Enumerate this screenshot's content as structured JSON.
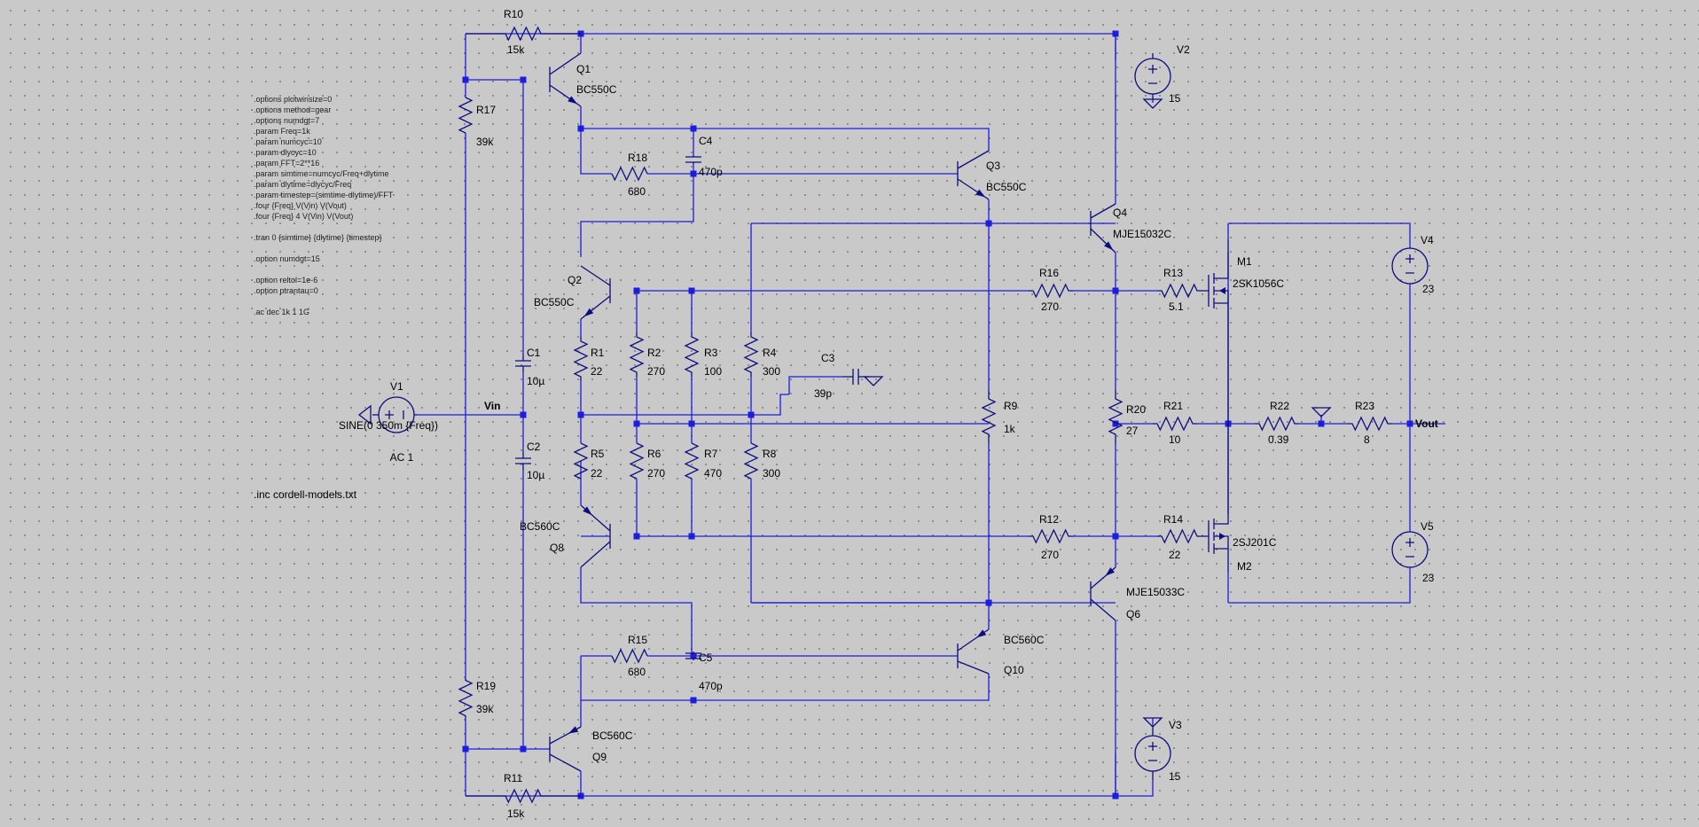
{
  "directives": [
    ".options plotwinsize=0",
    ".options method=gear",
    ".options numdgt=7",
    ".param Freq=1k",
    ".param numcyc=10",
    ".param dlycyc=10",
    ".param FFT=2**16",
    ".param simtime=numcyc/Freq+dlytime",
    ".param dlytime=dlycyc/Freq",
    ".param timestep=(simtime-dlytime)/FFT",
    ".four {Freq} V(Vin) V(Vout)",
    ".four {Freq} 4 V(Vin) V(Vout)",
    "",
    ".tran 0 {simtime} {dlytime} {timestep}",
    "",
    ".option numdgt=15",
    "",
    ".option reltol=1e-6",
    ".option ptrantau=0",
    "",
    ".ac dec 1k 1 1G"
  ],
  "include": ".inc cordell-models.txt",
  "nets": {
    "vin": "Vin",
    "vout": "Vout"
  },
  "parts": {
    "V1": {
      "name": "V1",
      "value": "SINE(0 350m {Freq})",
      "value2": "AC 1"
    },
    "V2": {
      "name": "V2",
      "value": "15"
    },
    "V3": {
      "name": "V3",
      "value": "15"
    },
    "V4": {
      "name": "V4",
      "value": "23"
    },
    "V5": {
      "name": "V5",
      "value": "23"
    },
    "R1": {
      "name": "R1",
      "value": "22"
    },
    "R2": {
      "name": "R2",
      "value": "270"
    },
    "R3": {
      "name": "R3",
      "value": "100"
    },
    "R4": {
      "name": "R4",
      "value": "300"
    },
    "R5": {
      "name": "R5",
      "value": "22"
    },
    "R6": {
      "name": "R6",
      "value": "270"
    },
    "R7": {
      "name": "R7",
      "value": "470"
    },
    "R8": {
      "name": "R8",
      "value": "300"
    },
    "R9": {
      "name": "R9",
      "value": "1k"
    },
    "R10": {
      "name": "R10",
      "value": "15k"
    },
    "R11": {
      "name": "R11",
      "value": "15k"
    },
    "R12": {
      "name": "R12",
      "value": "270"
    },
    "R13": {
      "name": "R13",
      "value": "5.1"
    },
    "R14": {
      "name": "R14",
      "value": "22"
    },
    "R15": {
      "name": "R15",
      "value": "680"
    },
    "R16": {
      "name": "R16",
      "value": "270"
    },
    "R17": {
      "name": "R17",
      "value": "39k"
    },
    "R18": {
      "name": "R18",
      "value": "680"
    },
    "R19": {
      "name": "R19",
      "value": "39k"
    },
    "R20": {
      "name": "R20",
      "value": "27"
    },
    "R21": {
      "name": "R21",
      "value": "10"
    },
    "R22": {
      "name": "R22",
      "value": "0.39"
    },
    "R23": {
      "name": "R23",
      "value": "8"
    },
    "C1": {
      "name": "C1",
      "value": "10µ"
    },
    "C2": {
      "name": "C2",
      "value": "10µ"
    },
    "C3": {
      "name": "C3",
      "value": "39p"
    },
    "C4": {
      "name": "C4",
      "value": "470p"
    },
    "C5": {
      "name": "C5",
      "value": "470p"
    },
    "Q1": {
      "name": "Q1",
      "value": "BC550C"
    },
    "Q2": {
      "name": "Q2",
      "value": "BC550C"
    },
    "Q3": {
      "name": "Q3",
      "value": "BC550C"
    },
    "Q4": {
      "name": "Q4",
      "value": "MJE15032C"
    },
    "Q6": {
      "name": "Q6",
      "value": "MJE15033C"
    },
    "Q8": {
      "name": "Q8",
      "value": "BC560C"
    },
    "Q9": {
      "name": "Q9",
      "value": "BC560C"
    },
    "Q10": {
      "name": "Q10",
      "value": "BC560C"
    },
    "M1": {
      "name": "M1",
      "value": "2SK1056C"
    },
    "M2": {
      "name": "M2",
      "value": "2SJ201C"
    }
  }
}
